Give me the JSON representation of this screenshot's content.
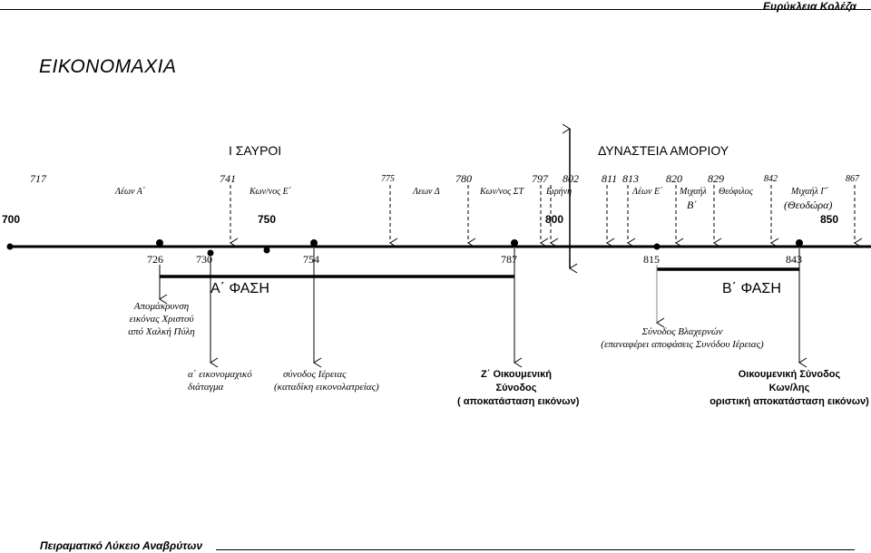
{
  "header": {
    "author": "Ευρύκλεια Κολέζα"
  },
  "title": "ΕΙΚΟΝΟΜΑΧΙΑ",
  "dynasties": {
    "isaurian": "Ι ΣΑΥΡΟΙ",
    "amorian": "ΔΥΝΑΣΤΕΙΑ   ΑΜΟΡΙΟΥ"
  },
  "upper_years": {
    "y717": "717",
    "y741": "741",
    "y775": "775",
    "y780": "780",
    "y797": "797",
    "y802": "802",
    "y811": "811",
    "y813": "813",
    "y820": "820",
    "y829": "829",
    "y842": "842",
    "y867": "867"
  },
  "emperors": {
    "leo3": "Λέων Α΄",
    "konst5": "Κων/νος Ε΄",
    "leo4": "Λεων Δ",
    "konst6": "Κων/νος ΣΤ",
    "irene": "Ειρήνη",
    "leo5": "Λέων Ε΄",
    "michael2": "Μιχαήλ",
    "michael2b": "Β΄",
    "theophilos": "Θεόφιλος",
    "michael3": "Μιχαήλ Γ΄",
    "theodora": "(Θεοδώρα)"
  },
  "scale_marks": {
    "m700": "700",
    "m750": "750",
    "m800": "800",
    "m850": "850"
  },
  "lower_years": {
    "y726": "726",
    "y730": "730",
    "y754": "754",
    "y787": "787",
    "y815": "815",
    "y843": "843"
  },
  "phases": {
    "first": "Α΄  ΦΑΣΗ",
    "second": "Β΄  ΦΑΣΗ"
  },
  "events": {
    "removal": [
      "Απομάκρυνση",
      "εικόνας Χριστού",
      "από Χαλκή Πύλη"
    ],
    "decree": [
      "α΄ εικονομαχικό",
      "διάταγμα"
    ],
    "hieria": [
      "σύνοδος Ιέρειας",
      "(καταδίκη εικονολατρείας)"
    ],
    "blachernae": [
      "Σύνοδος  Βλαχερνών",
      "(επαναφέρει αποφάσεις  Συνόδου  Ιέρειας)"
    ],
    "seventh": [
      "Ζ΄  Οικουμενική",
      "Σύνοδος",
      "( αποκατάσταση εικόνων)"
    ],
    "cp_synod": [
      "Οικουμενική  Σύνοδος",
      "Κων/λης",
      "οριστική αποκατάσταση εικόνων)"
    ]
  },
  "footer": {
    "school": "Πειραματικό Λύκειο Αναβρύτων"
  }
}
